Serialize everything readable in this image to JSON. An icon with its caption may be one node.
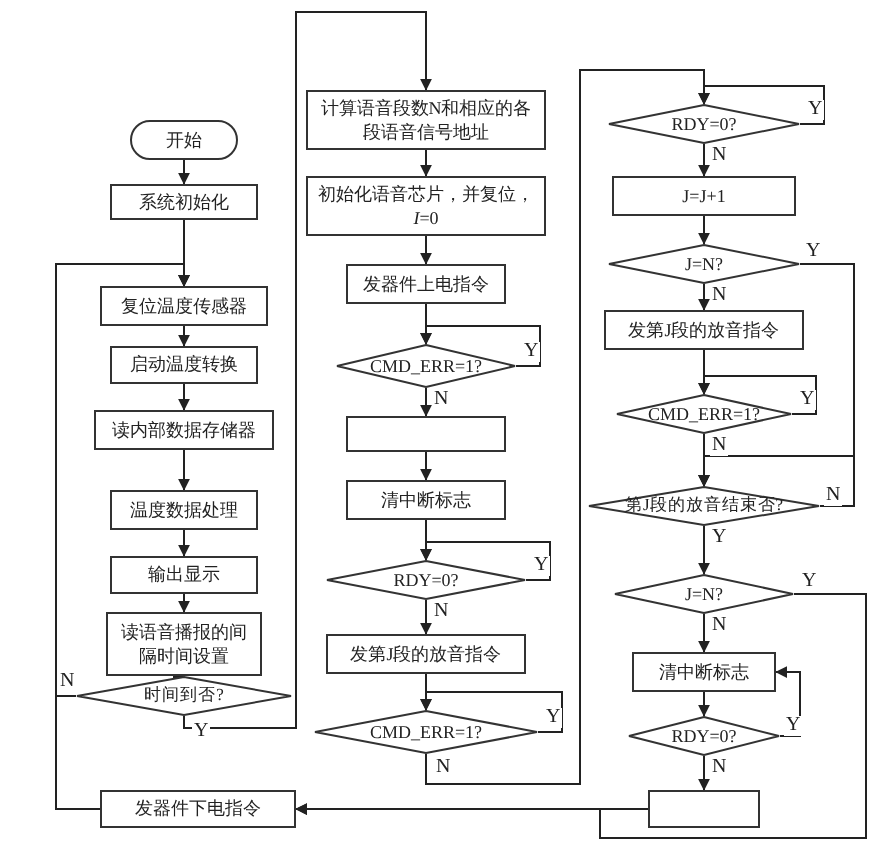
{
  "diagram": {
    "nodes": [
      {
        "text": [
          "开始"
        ]
      },
      {
        "text": [
          "系统初始化"
        ]
      },
      {
        "text": [
          "复位温度传感器"
        ]
      },
      {
        "text": [
          "启动温度转换"
        ]
      },
      {
        "text": [
          "读内部数据存储器"
        ]
      },
      {
        "text": [
          "温度数据处理"
        ]
      },
      {
        "text": [
          "输出显示"
        ]
      },
      {
        "text": [
          "读语音播报的间隔时间设置"
        ]
      },
      {
        "text": [
          "时间到否?"
        ]
      },
      {
        "text": [
          "发器件下电指令"
        ]
      },
      {
        "text": [
          "计算语音段数N和相应的各段语音信号地址"
        ]
      },
      {
        "text": [
          "初始化语音芯片，并复位，*I*=0"
        ]
      },
      {
        "text": [
          "发器件上电指令"
        ]
      },
      {
        "text": [
          "CMD_ERR=1?"
        ]
      },
      {
        "text": [],
        "shape": "box"
      },
      {
        "text": [
          "清中断标志"
        ]
      },
      {
        "text": [
          "RDY=0?"
        ]
      },
      {
        "text": [
          "发第J段的放音指令"
        ]
      },
      {
        "text": [
          "CMD_ERR=1?"
        ]
      },
      {
        "text": [
          "RDY=0?"
        ]
      },
      {
        "text": [
          "J=J+1"
        ]
      },
      {
        "text": [
          "J=N?"
        ]
      },
      {
        "text": [
          "发第J段的放音指令"
        ]
      },
      {
        "text": [
          "CMD_ERR=1?"
        ]
      },
      {
        "text": [
          "第J段的放音结束否?"
        ]
      },
      {
        "text": [
          "J=N?"
        ]
      },
      {
        "text": [
          "清中断标志"
        ]
      },
      {
        "text": [
          "RDY=0?"
        ]
      },
      {
        "text": [],
        "shape": "box"
      }
    ],
    "edges": [
      {
        "from": 0,
        "to": 1,
        "arrow": "to"
      },
      {
        "from": 1,
        "to": 2,
        "arrow": "to"
      },
      {
        "from": 2,
        "to": 3,
        "arrow": "to"
      },
      {
        "from": 3,
        "to": 4,
        "arrow": "to"
      },
      {
        "from": 4,
        "to": 5,
        "arrow": "to"
      },
      {
        "from": 5,
        "to": 6,
        "arrow": "to"
      },
      {
        "from": 6,
        "to": 7,
        "arrow": "to"
      },
      {
        "from": 7,
        "to": 8,
        "arrow": "to"
      },
      {
        "from": 8,
        "to": 2,
        "arrow": "to",
        "label": "N"
      },
      {
        "from": 8,
        "to": 10,
        "arrow": "to",
        "label": "Y"
      },
      {
        "from": 9,
        "to": 2,
        "arrow": "to"
      },
      {
        "from": 10,
        "to": 11,
        "arrow": "to"
      },
      {
        "from": 11,
        "to": 12,
        "arrow": "to"
      },
      {
        "from": 12,
        "to": 13,
        "arrow": "to"
      },
      {
        "from": 13,
        "to": 13,
        "arrow": "to",
        "label": "Y"
      },
      {
        "from": 13,
        "to": 14,
        "arrow": "to",
        "label": "N"
      },
      {
        "from": 14,
        "to": 15,
        "arrow": "to"
      },
      {
        "from": 15,
        "to": 16,
        "arrow": "to"
      },
      {
        "from": 16,
        "to": 16,
        "arrow": "to",
        "label": "Y"
      },
      {
        "from": 16,
        "to": 17,
        "arrow": "to",
        "label": "N"
      },
      {
        "from": 17,
        "to": 18,
        "arrow": "to"
      },
      {
        "from": 18,
        "to": 18,
        "arrow": "to",
        "label": "Y"
      },
      {
        "from": 18,
        "to": 19,
        "arrow": "to",
        "label": "N"
      },
      {
        "from": 19,
        "to": 19,
        "arrow": "to",
        "label": "Y"
      },
      {
        "from": 19,
        "to": 20,
        "arrow": "to",
        "label": "N"
      },
      {
        "from": 20,
        "to": 21,
        "arrow": "to"
      },
      {
        "from": 21,
        "to": 22,
        "arrow": "to",
        "label": "N"
      },
      {
        "from": 21,
        "to": 24,
        "arrow": "to",
        "label": "Y"
      },
      {
        "from": 22,
        "to": 23,
        "arrow": "to"
      },
      {
        "from": 23,
        "to": 23,
        "arrow": "to",
        "label": "Y"
      },
      {
        "from": 23,
        "to": 24,
        "arrow": "to",
        "label": "N"
      },
      {
        "from": 24,
        "to": 24,
        "arrow": "to",
        "label": "N"
      },
      {
        "from": 24,
        "to": 25,
        "arrow": "to",
        "label": "Y"
      },
      {
        "from": 25,
        "to": 26,
        "arrow": "to",
        "label": "N"
      },
      {
        "from": 25,
        "to": 9,
        "arrow": "to",
        "label": "Y"
      },
      {
        "from": 26,
        "to": 27,
        "arrow": "to"
      },
      {
        "from": 27,
        "to": 26,
        "arrow": "to",
        "label": "Y"
      },
      {
        "from": 27,
        "to": 28,
        "arrow": "to",
        "label": "N"
      },
      {
        "from": 28,
        "to": 9,
        "arrow": "to"
      }
    ]
  }
}
